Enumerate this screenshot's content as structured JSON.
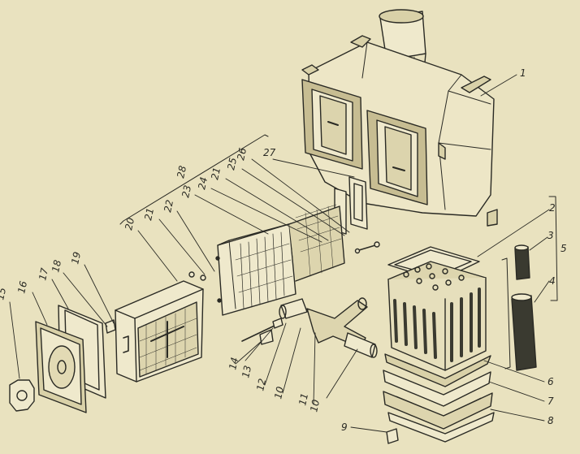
{
  "diagram": {
    "background": "#e9e2bf",
    "ink": "#2a2a24",
    "callouts": [
      {
        "id": "1",
        "text": "1"
      },
      {
        "id": "2",
        "text": "2"
      },
      {
        "id": "3",
        "text": "3"
      },
      {
        "id": "4",
        "text": "4"
      },
      {
        "id": "5",
        "text": "5"
      },
      {
        "id": "6",
        "text": "6"
      },
      {
        "id": "7",
        "text": "7"
      },
      {
        "id": "8",
        "text": "8"
      },
      {
        "id": "9",
        "text": "9"
      },
      {
        "id": "10a",
        "text": "10"
      },
      {
        "id": "10b",
        "text": "10"
      },
      {
        "id": "11",
        "text": "11"
      },
      {
        "id": "12",
        "text": "12"
      },
      {
        "id": "13",
        "text": "13"
      },
      {
        "id": "14",
        "text": "14"
      },
      {
        "id": "15",
        "text": "15"
      },
      {
        "id": "16",
        "text": "16"
      },
      {
        "id": "17",
        "text": "17"
      },
      {
        "id": "18",
        "text": "18"
      },
      {
        "id": "19",
        "text": "19"
      },
      {
        "id": "20",
        "text": "20"
      },
      {
        "id": "21a",
        "text": "21"
      },
      {
        "id": "21b",
        "text": "21"
      },
      {
        "id": "22",
        "text": "22"
      },
      {
        "id": "23",
        "text": "23"
      },
      {
        "id": "24",
        "text": "24"
      },
      {
        "id": "25",
        "text": "25"
      },
      {
        "id": "26",
        "text": "26"
      },
      {
        "id": "27",
        "text": "27"
      },
      {
        "id": "28",
        "text": "28"
      }
    ]
  }
}
